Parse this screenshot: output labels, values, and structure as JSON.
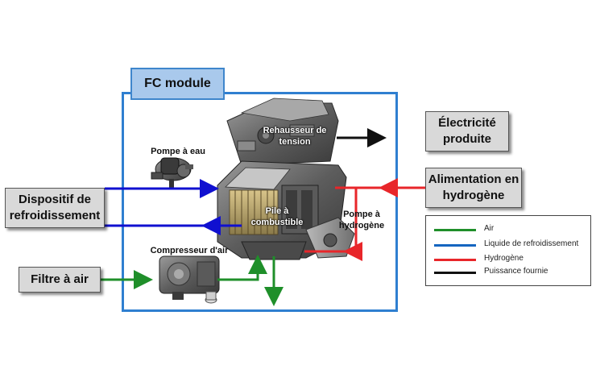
{
  "module": {
    "title": "FC module"
  },
  "boxes": {
    "electricite": "Électricité produite",
    "alimentation": "Alimentation en hydrogène",
    "dispositif": "Dispositif de refroidissement",
    "filtre": "Filtre à air"
  },
  "components": {
    "rehausseur": "Rehausseur de tension",
    "pompe_eau": "Pompe à eau",
    "pile": "Pile à combustible",
    "pompe_h2": "Pompe à hydrogène",
    "compresseur": "Compresseur d'air"
  },
  "legend": [
    {
      "label": "Air",
      "color": "#1f8f2a"
    },
    {
      "label": "Liquide de refroidissement",
      "color": "#1565c0"
    },
    {
      "label": "Hydrogène",
      "color": "#e8262a"
    },
    {
      "label": "Puissance fournie",
      "color": "#111111"
    }
  ],
  "colors": {
    "air": "#1f8f2a",
    "coolant_arrow": "#1010d0",
    "hydrogen": "#e8262a",
    "power": "#111111",
    "module_border": "#2f7fd0"
  }
}
